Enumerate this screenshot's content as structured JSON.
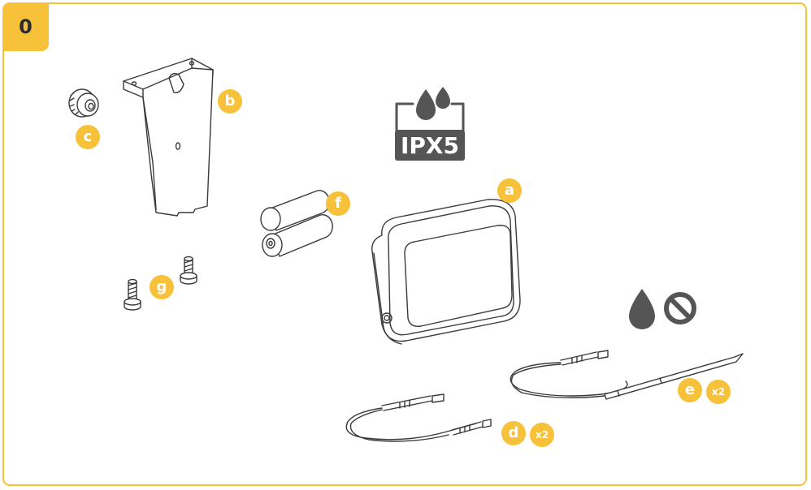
{
  "step": {
    "number": "0"
  },
  "rating": {
    "ipx_label": "IPX5"
  },
  "parts": {
    "a": {
      "letter": "a"
    },
    "b": {
      "letter": "b"
    },
    "c": {
      "letter": "c"
    },
    "d": {
      "letter": "d",
      "quantity": "x2"
    },
    "e": {
      "letter": "e",
      "quantity": "x2"
    },
    "f": {
      "letter": "f"
    },
    "g": {
      "letter": "g"
    }
  },
  "colors": {
    "accent": "#f7c139",
    "line": "#3a3a3a",
    "icon": "#555555"
  },
  "icons": [
    "water-drops-icon",
    "water-drop-icon",
    "prohibited-icon"
  ]
}
